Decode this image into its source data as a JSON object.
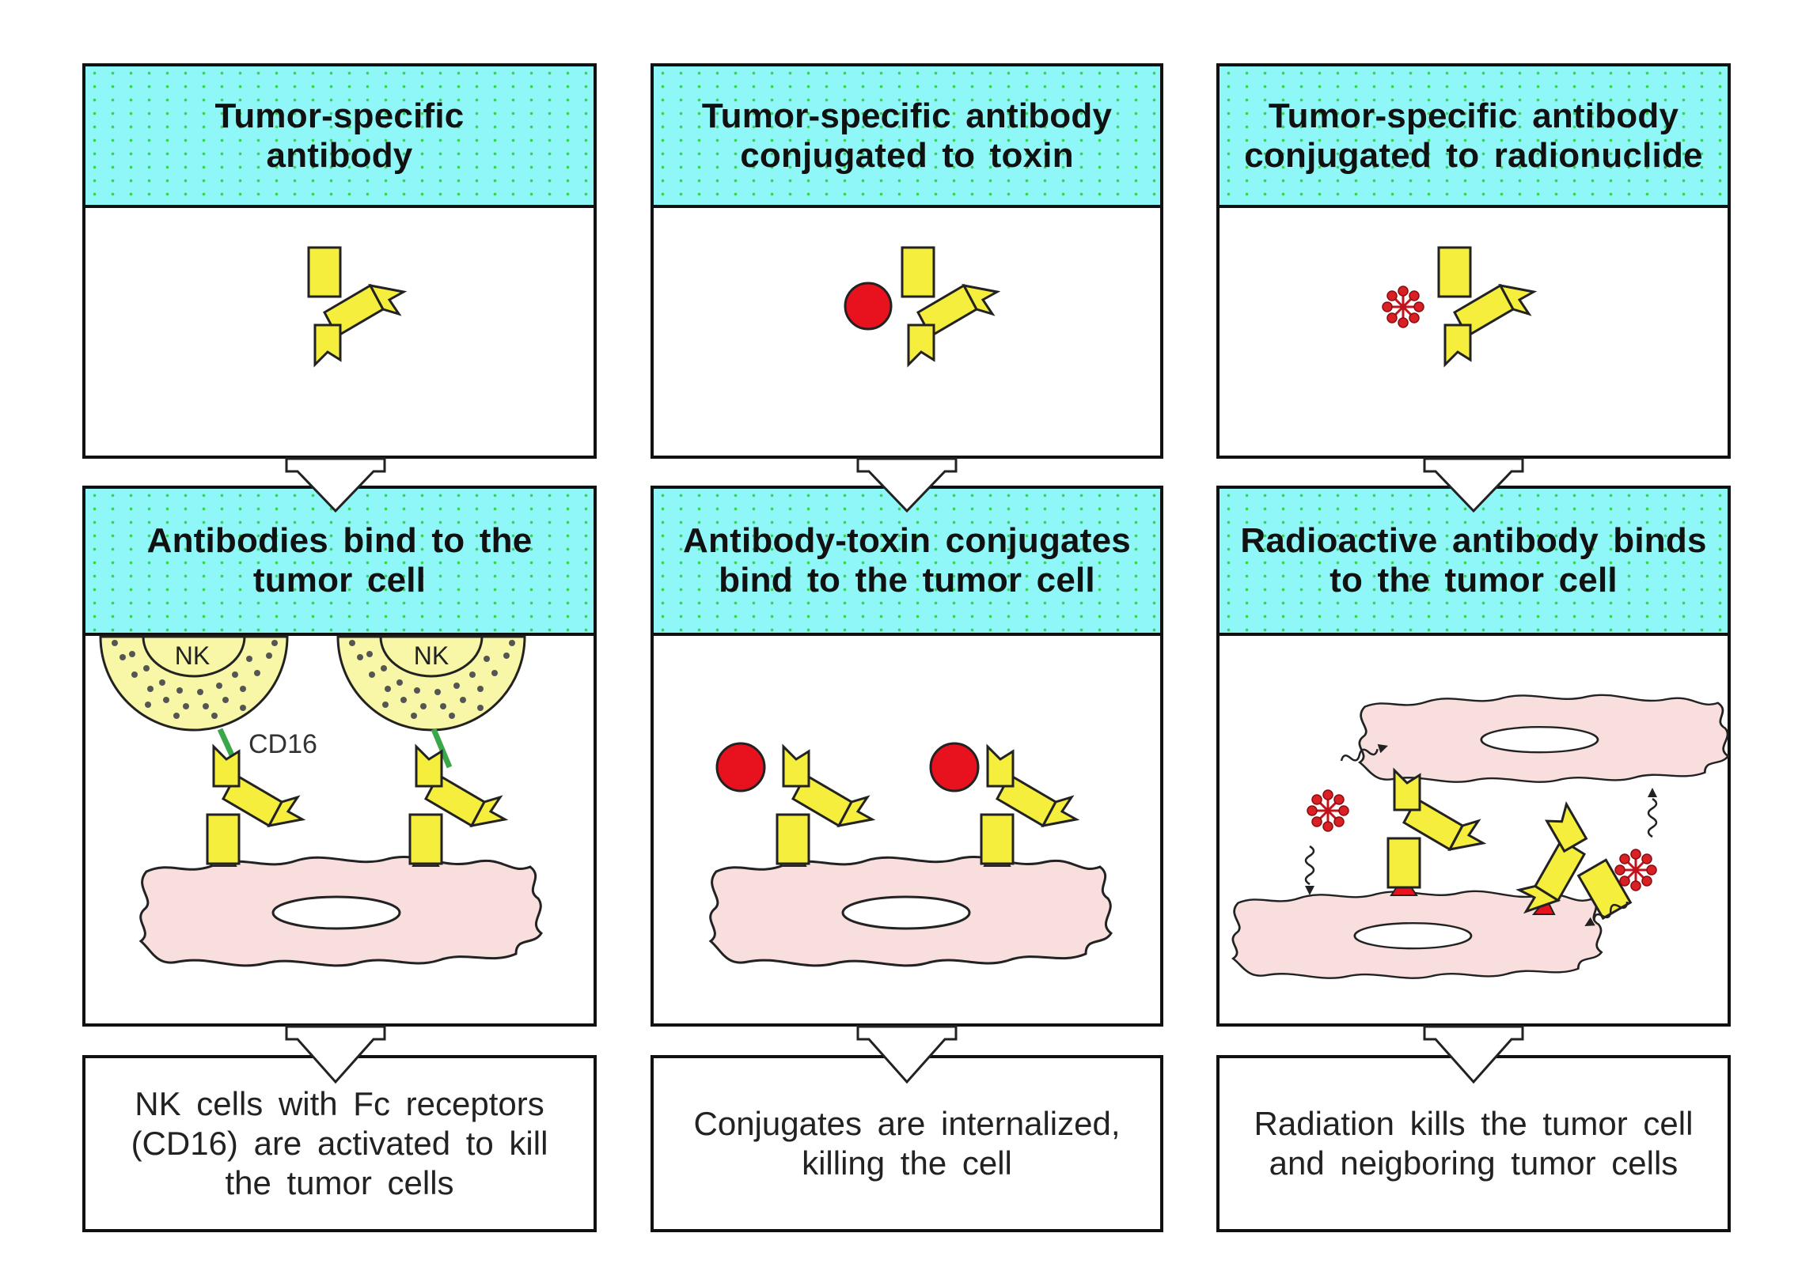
{
  "columns": [
    {
      "top_title": "Tumor-specific\nantibody",
      "mid_title": "Antibodies bind to the\ntumor cell",
      "result": "NK cells with Fc receptors\n(CD16) are activated to kill\nthe tumor cells"
    },
    {
      "top_title": "Tumor-specific antibody\nconjugated to toxin",
      "mid_title": "Antibody-toxin conjugates\nbind to the tumor cell",
      "result": "Conjugates are internalized,\nkilling the cell"
    },
    {
      "top_title": "Tumor-specific antibody\nconjugated to radionuclide",
      "mid_title": "Radioactive antibody binds\nto the tumor cell",
      "result": "Radiation kills the tumor cell\nand neigboring tumor cells"
    }
  ],
  "labels": {
    "nk": "NK",
    "cd16": "CD16"
  },
  "colors": {
    "header_fill": "#8ff7f7",
    "antibody_fill": "#f6ee3c",
    "toxin_fill": "#e8111e",
    "tumor_cell_fill": "#f9dede",
    "nk_cell_fill": "#f8f7a8",
    "radiation": "#c0141c",
    "cd16_receptor": "#3aa84a"
  },
  "icons": [
    "antibody-icon",
    "toxin-sphere-icon",
    "radionuclide-star-icon",
    "tumor-cell-icon",
    "nk-cell-icon",
    "radiation-wave-icon",
    "down-arrow-icon"
  ]
}
